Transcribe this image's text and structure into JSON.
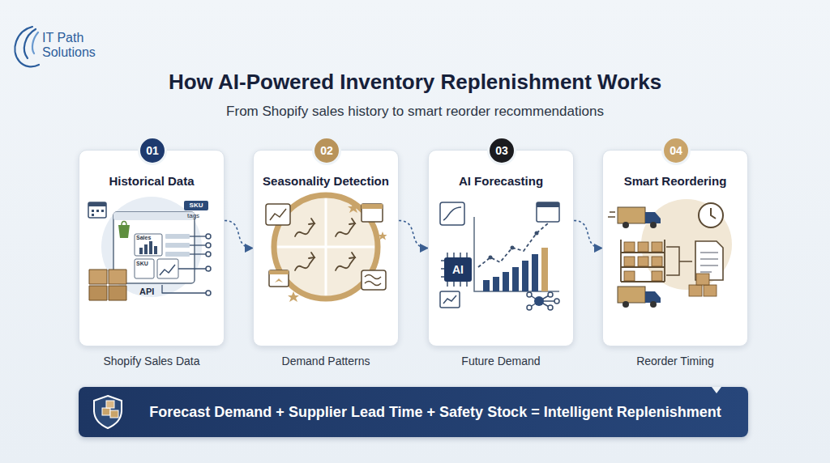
{
  "diagram": {
    "title": "How AI-Powered Inventory Replenishment Works",
    "caption": "From Shopify sales history to smart reorder recommendations",
    "nodes": [
      {
        "text": [
          "Historical Data",
          "Shopify Sales Data"
        ]
      },
      {
        "text": [
          "01"
        ],
        "in": 0
      },
      {
        "text": [
          "Seasonality Detection",
          "Demand Patterns"
        ]
      },
      {
        "text": [
          "02"
        ],
        "in": 2
      },
      {
        "text": [
          "AI Forecasting",
          "Future Demand"
        ]
      },
      {
        "text": [
          "03"
        ],
        "in": 4
      },
      {
        "text": [
          "Smart Reordering",
          "Reorder Timing"
        ]
      },
      {
        "text": [
          "04"
        ],
        "in": 6
      },
      {
        "text": [
          "Forecast Demand + Supplier Lead Time + Safety Stock = Intelligent Replenishment"
        ]
      }
    ],
    "edges": [
      {
        "from": 0,
        "to": 2,
        "arrow": "to"
      },
      {
        "from": 2,
        "to": 4,
        "arrow": "to"
      },
      {
        "from": 4,
        "to": 6,
        "arrow": "to"
      }
    ],
    "labels": [
      "IT Path Solutions",
      "SKU",
      "tags",
      "Sales",
      "SKU",
      "API",
      "AI"
    ]
  }
}
